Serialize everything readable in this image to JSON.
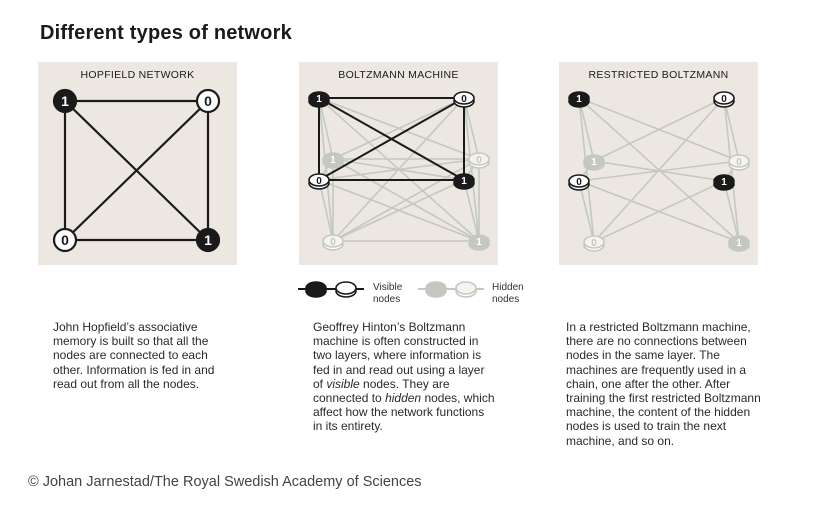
{
  "title": "Different types of network",
  "panels": [
    {
      "title": "HOPFIELD NETWORK"
    },
    {
      "title": "BOLTZMANN MACHINE"
    },
    {
      "title": "RESTRICTED BOLTZMANN"
    }
  ],
  "node_values": {
    "hopfield": [
      "1",
      "0",
      "0",
      "1"
    ],
    "boltzmann": [
      "1",
      "0",
      "1",
      "0",
      "0",
      "1",
      "0",
      "1"
    ],
    "restricted": [
      "1",
      "0",
      "1",
      "0",
      "0",
      "1",
      "0",
      "1"
    ]
  },
  "legend": {
    "visible": "Visible nodes",
    "hidden": "Hidden nodes"
  },
  "captions": {
    "hopfield": "John Hopfield’s associative\nmemory is built so that all the\nnodes are connected to each\nother. Information is fed in and\nread out from all the nodes.",
    "boltzmann": "Geoffrey Hinton’s Boltzmann\nmachine is often constructed in\ntwo layers, where information is\nfed in and read out using a layer\nof visible nodes. They are\nconnected to hidden nodes, which\naffect how the network functions\nin its entirety.",
    "restricted": "In a restricted Boltzmann machine,\nthere are no connections between\nnodes in the same layer. The\nmachines are frequently used in a\nchain, one after the other. After\ntraining the first restricted Boltzmann\nmachine, the content of the hidden\nnodes is used to train the next\nmachine, and so on."
  },
  "credit": "© Johan Jarnestad/The Royal Swedish Academy of Sciences",
  "colors": {
    "panel_bg": "#ece8e1",
    "ink": "#1a1a1a",
    "hidden_grey": "#c4c8c0"
  }
}
